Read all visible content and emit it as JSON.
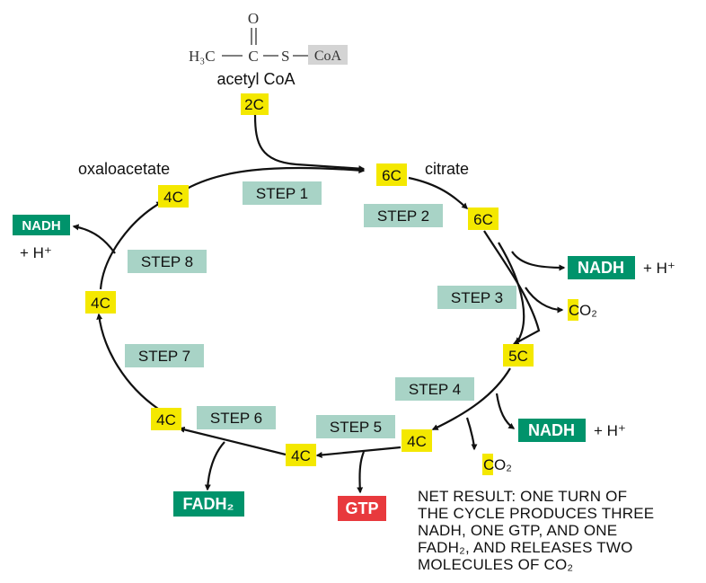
{
  "colors": {
    "carbon_box": "#f4e800",
    "step_box": "#a8d3c6",
    "product_green": "#00936b",
    "gtp_red": "#e8393d",
    "arrow": "#111111"
  },
  "acetyl_coa": {
    "o_label": "O",
    "h3c_label": "H₃C",
    "c_label": "C",
    "s_label": "S",
    "coa_label": "CoA",
    "name": "acetyl CoA",
    "carbon": "2C"
  },
  "molecules": {
    "citrate": {
      "name": "citrate",
      "carbon": "6C"
    },
    "isocitrate": {
      "carbon": "6C"
    },
    "alpha_ketoglutarate": {
      "carbon": "5C"
    },
    "succinyl_coa": {
      "carbon": "4C"
    },
    "succinate": {
      "carbon": "4C"
    },
    "fumarate": {
      "carbon": "4C"
    },
    "malate": {
      "carbon": "4C"
    },
    "oxaloacetate": {
      "name": "oxaloacetate",
      "carbon": "4C"
    }
  },
  "steps": [
    "STEP 1",
    "STEP 2",
    "STEP 3",
    "STEP 4",
    "STEP 5",
    "STEP 6",
    "STEP 7",
    "STEP 8"
  ],
  "products": {
    "nadh_step3": {
      "label": "NADH",
      "suffix": "+ H⁺"
    },
    "co2_step3": {
      "c": "C",
      "o2": "O₂"
    },
    "nadh_step4": {
      "label": "NADH",
      "suffix": "+ H⁺"
    },
    "co2_step4": {
      "c": "C",
      "o2": "O₂"
    },
    "gtp_step5": {
      "label": "GTP"
    },
    "fadh2_step6": {
      "label": "FADH₂"
    },
    "nadh_step8": {
      "label": "NADH",
      "suffix": "+ H⁺"
    }
  },
  "net_result": [
    "NET RESULT: ONE TURN OF",
    "THE CYCLE PRODUCES THREE",
    "NADH, ONE GTP, AND ONE",
    "FADH₂, AND RELEASES TWO",
    "MOLECULES OF CO₂"
  ]
}
